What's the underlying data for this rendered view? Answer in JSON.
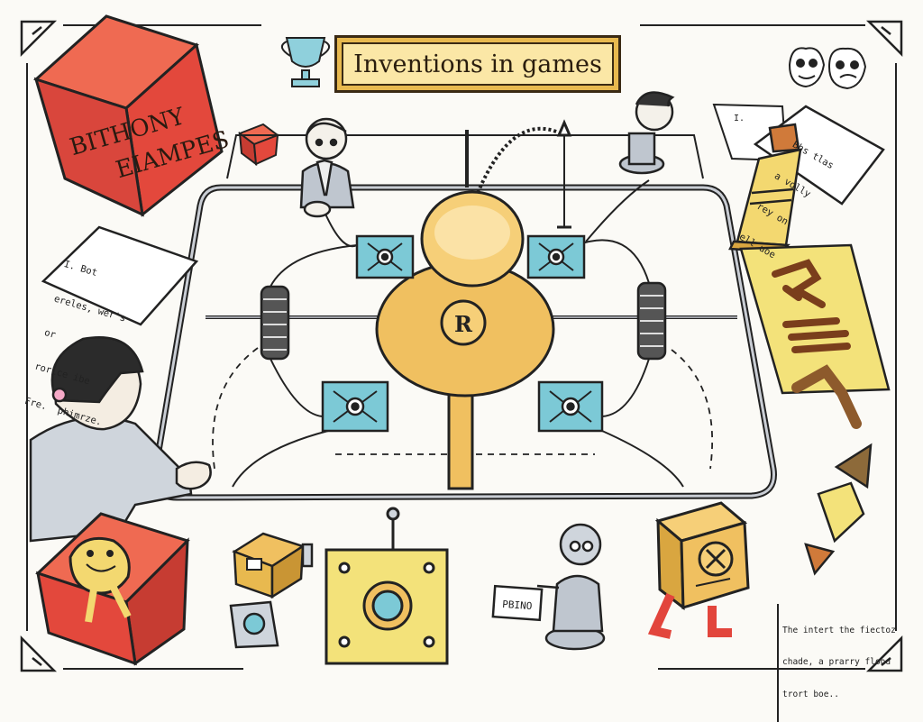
{
  "title": "Inventions in games",
  "box_label_lines": [
    "BITHONY",
    "EIAMPES"
  ],
  "board_emblem": "R",
  "note_left_lines": [
    "I. Bot",
    "ereles, wer's",
    "or",
    "rorlce ibe",
    "Fre.  phimrze."
  ],
  "note_top_right_small": "I.",
  "note_top_right_lines": [
    "Bhs tlas",
    "a volly",
    "rey on",
    "ell uoe"
  ],
  "figure_sign": "PBINO",
  "caption_lines": [
    "The intert the fiectoz",
    "chade, a prarry flood",
    "trort boe.."
  ],
  "colors": {
    "ink": "#222222",
    "gold": "#f0c060",
    "red": "#e2453c",
    "teal": "#7cc9d6",
    "yellow": "#f3e27a"
  }
}
